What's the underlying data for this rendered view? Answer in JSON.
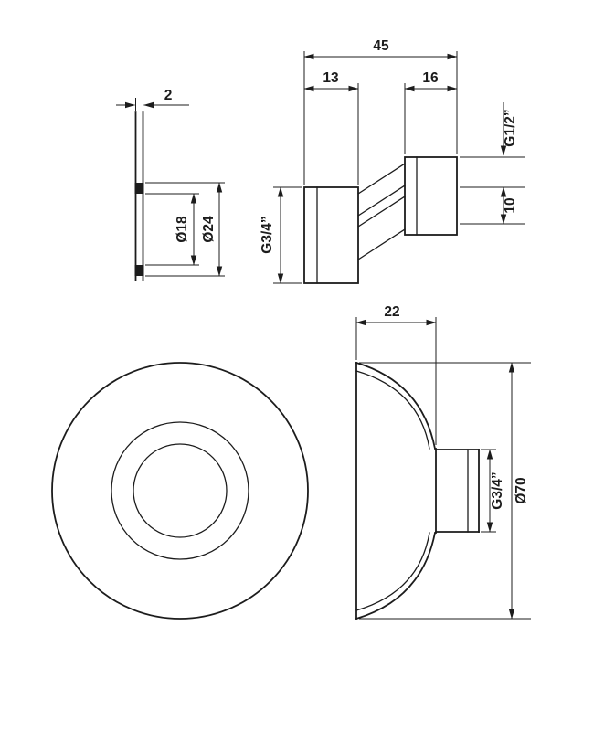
{
  "colors": {
    "background": "#ffffff",
    "ink": "#1c1c1c"
  },
  "dimensions": {
    "ring_thickness": "2",
    "ring_inner_dia": "Ø18",
    "ring_outer_dia": "Ø24",
    "union_total_length": "45",
    "union_left_length": "13",
    "union_right_length": "16",
    "union_right_thread": "G1/2”",
    "union_offset": "10",
    "union_left_thread": "G3/4”",
    "flange_depth": "22",
    "flange_dia": "Ø70",
    "flange_thread": "G3/4”"
  }
}
